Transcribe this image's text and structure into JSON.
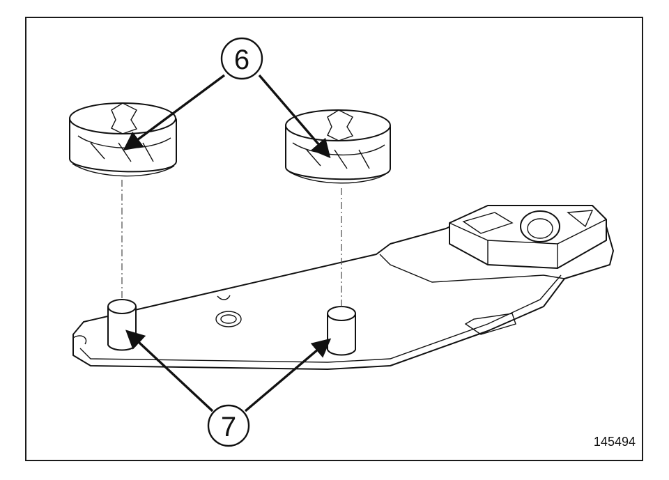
{
  "figure": {
    "callouts": [
      {
        "label": "6"
      },
      {
        "label": "7"
      }
    ],
    "reference_number": "145494"
  }
}
